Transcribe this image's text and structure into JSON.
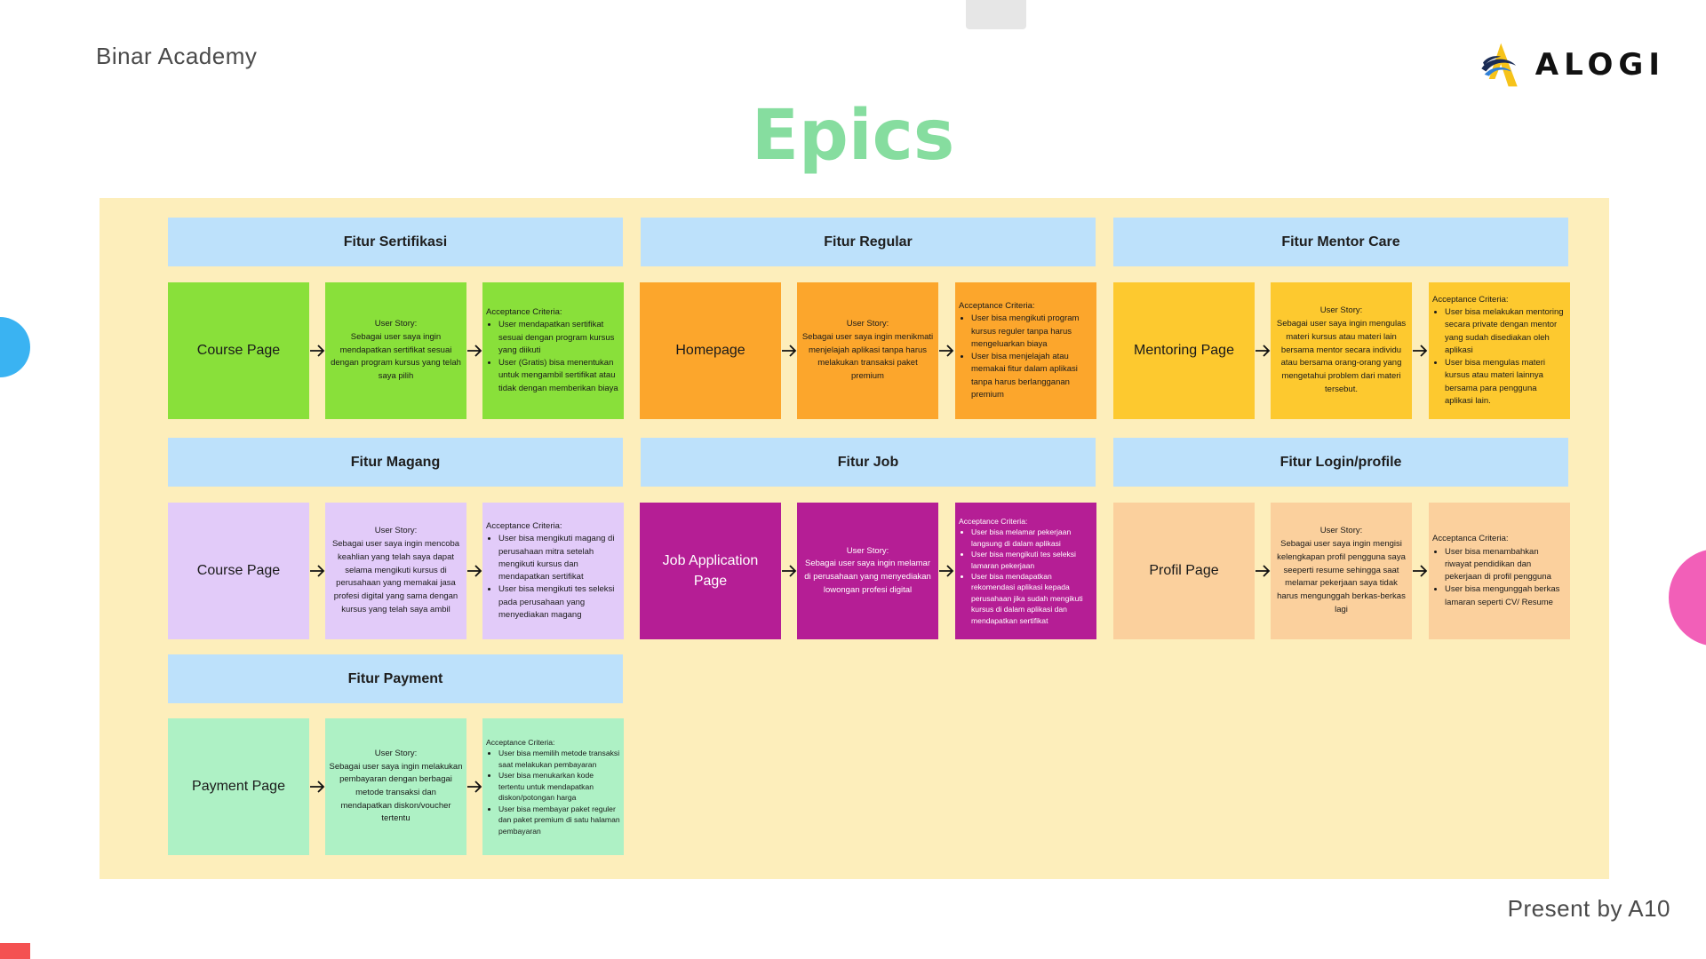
{
  "brand": "Binar Academy",
  "logo_text": "ALOGI",
  "title": "Epics",
  "footer": "Present by A10",
  "colors": {
    "title": "#86dd9f",
    "board": "#fdeebb",
    "header": "#bde1fb"
  },
  "epics": [
    {
      "header": "Fitur Sertifikasi",
      "page": "Course Page",
      "story_label": "User Story:",
      "story": "Sebagai user saya ingin mendapatkan sertifikat sesuai dengan program kursus yang telah saya pilih",
      "criteria_label": "Acceptance Criteria:",
      "criteria": [
        "User mendapatkan sertifikat sesuai dengan program kursus yang diikuti",
        "User (Gratis) bisa menentukan untuk mengambil sertifikat atau tidak dengan memberikan biaya"
      ],
      "color": "#89e03a"
    },
    {
      "header": "Fitur Regular",
      "page": "Homepage",
      "story_label": "User Story:",
      "story": "Sebagai user saya ingin menikmati menjelajah aplikasi tanpa harus melakukan transaksi paket premium",
      "criteria_label": "Acceptance Criteria:",
      "criteria": [
        "User  bisa mengikuti program kursus reguler tanpa harus mengeluarkan biaya",
        "User bisa menjelajah atau memakai fitur dalam aplikasi tanpa harus berlangganan premium"
      ],
      "color": "#fca62c"
    },
    {
      "header": "Fitur Mentor Care",
      "page": "Mentoring Page",
      "story_label": "User Story:",
      "story": "Sebagai user saya ingin mengulas materi kursus atau materi lain bersama mentor secara individu atau bersama orang-orang yang mengetahui problem dari materi tersebut.",
      "criteria_label": "Acceptance Criteria:",
      "criteria": [
        "User bisa melakukan mentoring secara private dengan mentor yang sudah disediakan oleh aplikasi",
        "User bisa mengulas materi kursus atau materi lainnya bersama para pengguna aplikasi lain."
      ],
      "color": "#fdc92f"
    },
    {
      "header": "Fitur Magang",
      "page": "Course Page",
      "story_label": "User Story:",
      "story": "Sebagai user saya ingin mencoba keahlian yang telah saya dapat selama mengikuti kursus di perusahaan yang memakai jasa profesi digital yang sama dengan kursus yang telah saya ambil",
      "criteria_label": "Acceptance Criteria:",
      "criteria": [
        "User bisa mengikuti magang di perusahaan mitra setelah mengikuti kursus dan mendapatkan sertifikat",
        "User bisa mengikuti tes seleksi pada perusahaan yang menyediakan magang"
      ],
      "color": "#e2cbf9"
    },
    {
      "header": "Fitur Job",
      "page": "Job Application Page",
      "story_label": "User Story:",
      "story": "Sebagai user saya ingin melamar di perusahaan yang menyediakan lowongan profesi digital",
      "criteria_label": "Acceptance Criteria:",
      "criteria": [
        "User bisa melamar pekerjaan langsung di dalam aplikasi",
        "User bisa mengikuti tes seleksi lamaran pekerjaan",
        "User bisa mendapatkan rekomendasi aplikasi kepada perusahaan jika sudah mengikuti kursus di dalam aplikasi dan mendapatkan sertifikat"
      ],
      "color": "#b51e95"
    },
    {
      "header": "Fitur Login/profile",
      "page": "Profil Page",
      "story_label": "User Story:",
      "story": "Sebagai user saya ingin mengisi kelengkapan profil pengguna saya seeperti resume sehingga saat melamar pekerjaan saya tidak harus mengunggah berkas-berkas lagi",
      "criteria_label": "Acceptanca Criteria:",
      "criteria": [
        "User bisa menambahkan riwayat pendidikan dan pekerjaan di profil pengguna",
        "User bisa mengunggah berkas lamaran seperti CV/ Resume"
      ],
      "color": "#fbd09d"
    },
    {
      "header": "Fitur Payment",
      "page": "Payment Page",
      "story_label": "User Story:",
      "story": "Sebagai user saya ingin melakukan pembayaran dengan berbagai metode transaksi dan mendapatkan diskon/voucher tertentu",
      "criteria_label": "Acceptance Criteria:",
      "criteria": [
        "User bisa memilih metode transaksi saat melakukan pembayaran",
        "User bisa menukarkan kode tertentu untuk mendapatkan diskon/potongan harga",
        "User bisa membayar paket reguler dan paket premium di satu halaman pembayaran"
      ],
      "color": "#aef1c5"
    }
  ]
}
